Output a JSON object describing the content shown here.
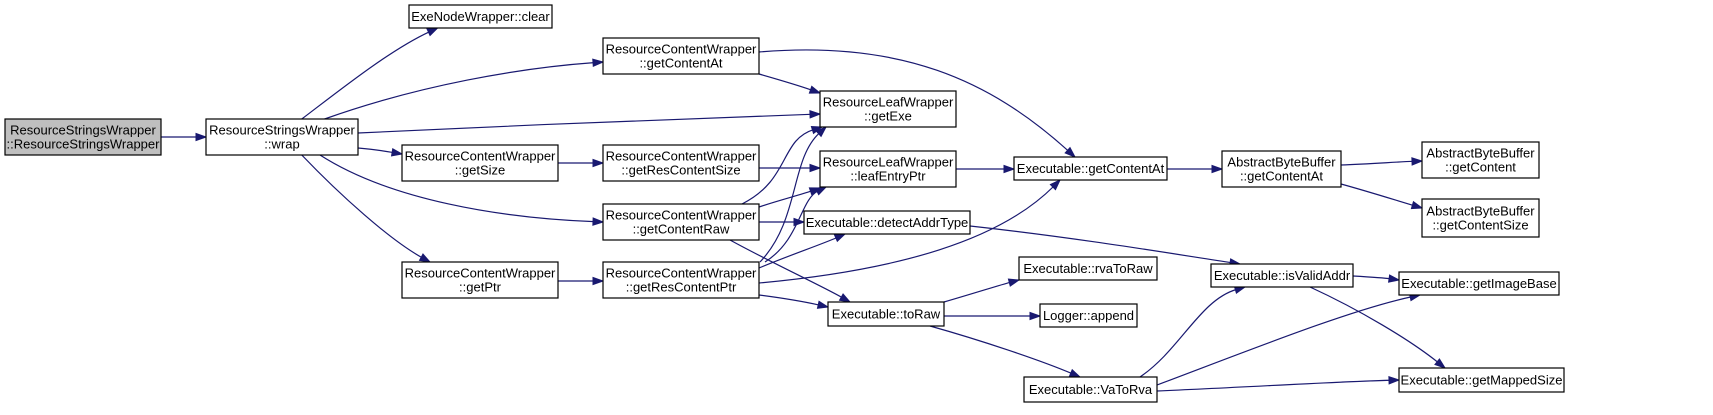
{
  "diagram": {
    "colors": {
      "edge": "#191970",
      "node_fill": "#ffffff",
      "root_fill": "#bfbfbf",
      "border": "#000000"
    },
    "nodes": [
      {
        "id": "root",
        "lines": [
          "ResourceStringsWrapper",
          "::ResourceStringsWrapper"
        ],
        "highlight": true
      },
      {
        "id": "wrap",
        "lines": [
          "ResourceStringsWrapper",
          "::wrap"
        ]
      },
      {
        "id": "execlear",
        "lines": [
          "ExeNodeWrapper::clear"
        ]
      },
      {
        "id": "rcw_getContentAt",
        "lines": [
          "ResourceContentWrapper",
          "::getContentAt"
        ]
      },
      {
        "id": "rcw_getSize",
        "lines": [
          "ResourceContentWrapper",
          "::getSize"
        ]
      },
      {
        "id": "rcw_getPtr",
        "lines": [
          "ResourceContentWrapper",
          "::getPtr"
        ]
      },
      {
        "id": "rcw_getResContentSize",
        "lines": [
          "ResourceContentWrapper",
          "::getResContentSize"
        ]
      },
      {
        "id": "rcw_getContentRaw",
        "lines": [
          "ResourceContentWrapper",
          "::getContentRaw"
        ]
      },
      {
        "id": "rcw_getResContentPtr",
        "lines": [
          "ResourceContentWrapper",
          "::getResContentPtr"
        ]
      },
      {
        "id": "rlw_getExe",
        "lines": [
          "ResourceLeafWrapper",
          "::getExe"
        ]
      },
      {
        "id": "rlw_leafEntryPtr",
        "lines": [
          "ResourceLeafWrapper",
          "::leafEntryPtr"
        ]
      },
      {
        "id": "exe_detectAddrType",
        "lines": [
          "Executable::detectAddrType"
        ]
      },
      {
        "id": "exe_toRaw",
        "lines": [
          "Executable::toRaw"
        ]
      },
      {
        "id": "exe_getContentAt",
        "lines": [
          "Executable::getContentAt"
        ]
      },
      {
        "id": "exe_rvaToRaw",
        "lines": [
          "Executable::rvaToRaw"
        ]
      },
      {
        "id": "logger_append",
        "lines": [
          "Logger::append"
        ]
      },
      {
        "id": "exe_VaToRva",
        "lines": [
          "Executable::VaToRva"
        ]
      },
      {
        "id": "abb_getContentAt",
        "lines": [
          "AbstractByteBuffer",
          "::getContentAt"
        ]
      },
      {
        "id": "exe_isValidAddr",
        "lines": [
          "Executable::isValidAddr"
        ]
      },
      {
        "id": "abb_getContent",
        "lines": [
          "AbstractByteBuffer",
          "::getContent"
        ]
      },
      {
        "id": "abb_getContentSize",
        "lines": [
          "AbstractByteBuffer",
          "::getContentSize"
        ]
      },
      {
        "id": "exe_getImageBase",
        "lines": [
          "Executable::getImageBase"
        ]
      },
      {
        "id": "exe_getMappedSize",
        "lines": [
          "Executable::getMappedSize"
        ]
      }
    ],
    "edges": [
      {
        "from": "root",
        "to": "wrap"
      },
      {
        "from": "wrap",
        "to": "execlear"
      },
      {
        "from": "wrap",
        "to": "rcw_getContentAt"
      },
      {
        "from": "wrap",
        "to": "rlw_getExe"
      },
      {
        "from": "wrap",
        "to": "rcw_getSize"
      },
      {
        "from": "wrap",
        "to": "rcw_getContentRaw"
      },
      {
        "from": "wrap",
        "to": "rcw_getPtr"
      },
      {
        "from": "rcw_getContentAt",
        "to": "rlw_getExe"
      },
      {
        "from": "rcw_getContentAt",
        "to": "exe_getContentAt"
      },
      {
        "from": "rcw_getSize",
        "to": "rcw_getResContentSize"
      },
      {
        "from": "rcw_getResContentSize",
        "to": "rlw_leafEntryPtr"
      },
      {
        "from": "rcw_getPtr",
        "to": "rcw_getResContentPtr"
      },
      {
        "from": "rcw_getContentRaw",
        "to": "rlw_getExe"
      },
      {
        "from": "rcw_getContentRaw",
        "to": "rlw_leafEntryPtr"
      },
      {
        "from": "rcw_getContentRaw",
        "to": "exe_detectAddrType"
      },
      {
        "from": "rcw_getContentRaw",
        "to": "exe_toRaw"
      },
      {
        "from": "rcw_getResContentPtr",
        "to": "rlw_getExe"
      },
      {
        "from": "rcw_getResContentPtr",
        "to": "rlw_leafEntryPtr"
      },
      {
        "from": "rcw_getResContentPtr",
        "to": "exe_detectAddrType"
      },
      {
        "from": "rcw_getResContentPtr",
        "to": "exe_getContentAt"
      },
      {
        "from": "rcw_getResContentPtr",
        "to": "exe_toRaw"
      },
      {
        "from": "rlw_leafEntryPtr",
        "to": "exe_getContentAt"
      },
      {
        "from": "exe_getContentAt",
        "to": "abb_getContentAt"
      },
      {
        "from": "abb_getContentAt",
        "to": "abb_getContent"
      },
      {
        "from": "abb_getContentAt",
        "to": "abb_getContentSize"
      },
      {
        "from": "exe_detectAddrType",
        "to": "exe_isValidAddr"
      },
      {
        "from": "exe_toRaw",
        "to": "exe_rvaToRaw"
      },
      {
        "from": "exe_toRaw",
        "to": "logger_append"
      },
      {
        "from": "exe_toRaw",
        "to": "exe_VaToRva"
      },
      {
        "from": "exe_VaToRva",
        "to": "exe_isValidAddr"
      },
      {
        "from": "exe_VaToRva",
        "to": "exe_getImageBase"
      },
      {
        "from": "exe_VaToRva",
        "to": "exe_getMappedSize"
      },
      {
        "from": "exe_isValidAddr",
        "to": "exe_getImageBase"
      },
      {
        "from": "exe_isValidAddr",
        "to": "exe_getMappedSize"
      }
    ]
  }
}
